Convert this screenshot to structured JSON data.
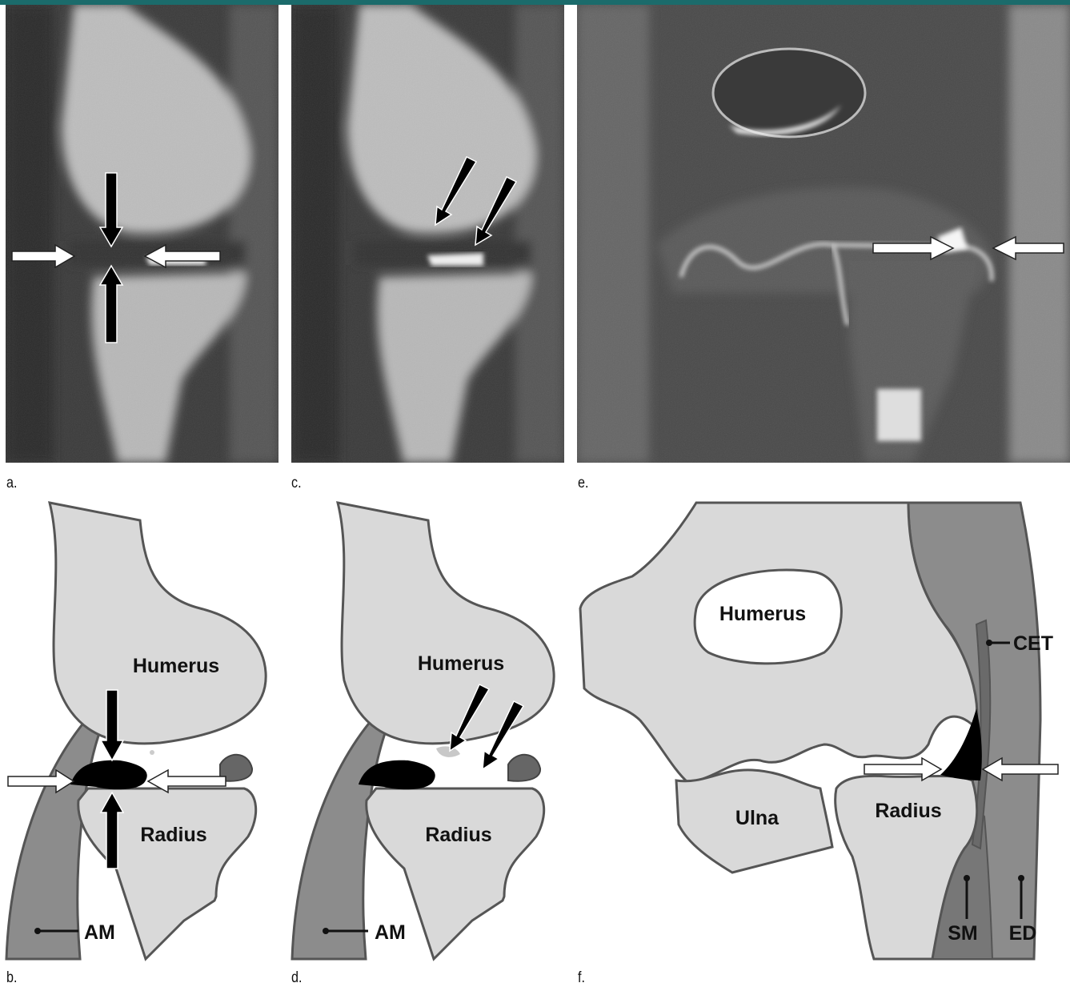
{
  "colors": {
    "bar": "#1b6b6b",
    "bone": "#d9d9d9",
    "outline": "#555555",
    "muscle": "#8c8c8c",
    "muscle_dark": "#777777",
    "fluid": "#000000"
  },
  "panels": {
    "a": {
      "label": "a."
    },
    "b": {
      "label": "b.",
      "humerus": "Humerus",
      "radius": "Radius",
      "am": "AM"
    },
    "c": {
      "label": "c."
    },
    "d": {
      "label": "d.",
      "humerus": "Humerus",
      "radius": "Radius",
      "am": "AM"
    },
    "e": {
      "label": "e."
    },
    "f": {
      "label": "f.",
      "humerus": "Humerus",
      "ulna": "Ulna",
      "radius": "Radius",
      "cet": "CET",
      "sm": "SM",
      "ed": "ED"
    }
  }
}
